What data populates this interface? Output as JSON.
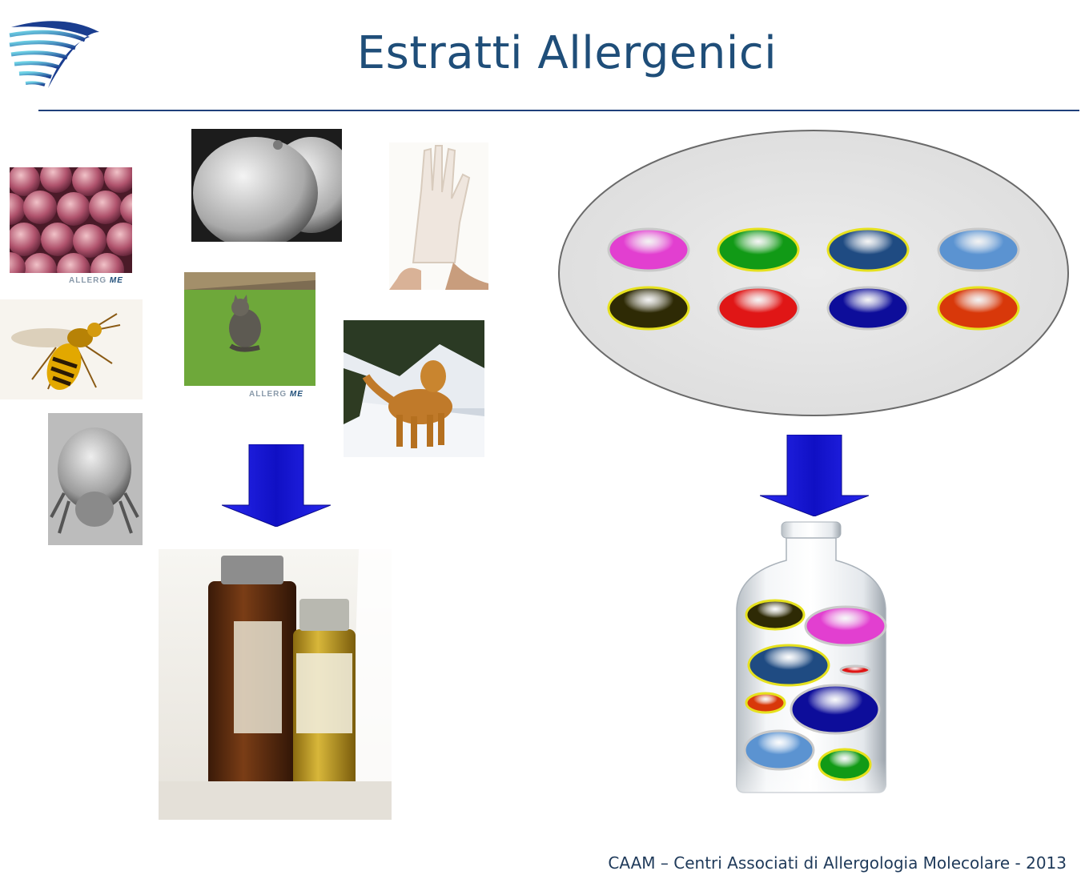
{
  "slide": {
    "title": "Estratti Allergenici",
    "footer": "CAAM – Centri Associati di Allergologia Molecolare - 2013",
    "watermark_left": "ALLERG",
    "watermark_right": "ME"
  },
  "images": [
    {
      "name": "peaches-photo",
      "icon": "peaches"
    },
    {
      "name": "pollen-photo",
      "icon": "pollen-grain-micrograph"
    },
    {
      "name": "latex-glove-photo",
      "icon": "latex-glove"
    },
    {
      "name": "wasp-photo",
      "icon": "wasp"
    },
    {
      "name": "cat-photo",
      "icon": "cat-on-grass"
    },
    {
      "name": "dog-photo",
      "icon": "golden-retriever-on-snow"
    },
    {
      "name": "dust-mite-photo",
      "icon": "dust-mite-micrograph"
    },
    {
      "name": "extract-vials-photo",
      "icon": "allergen-extract-vials"
    },
    {
      "name": "molecular-vial",
      "icon": "glass-vial"
    }
  ],
  "molecules_ellipse": [
    {
      "color": "#e23fd0",
      "border": "#c9c9c9"
    },
    {
      "color": "#119a16",
      "border": "#e6e11e"
    },
    {
      "color": "#1f4b82",
      "border": "#e6e11e"
    },
    {
      "color": "#5b93d1",
      "border": "#c9c9c9"
    },
    {
      "color": "#2e2a05",
      "border": "#e6e11e"
    },
    {
      "color": "#e01616",
      "border": "#c9c9c9"
    },
    {
      "color": "#0d0d9a",
      "border": "#c9c9c9"
    },
    {
      "color": "#d8380a",
      "border": "#e6e11e"
    }
  ],
  "colors": {
    "title": "#1f4e79",
    "rule": "#1f3f7a",
    "arrow": "#1a1ad6",
    "ellipse_fill": "#e6e6e6"
  }
}
